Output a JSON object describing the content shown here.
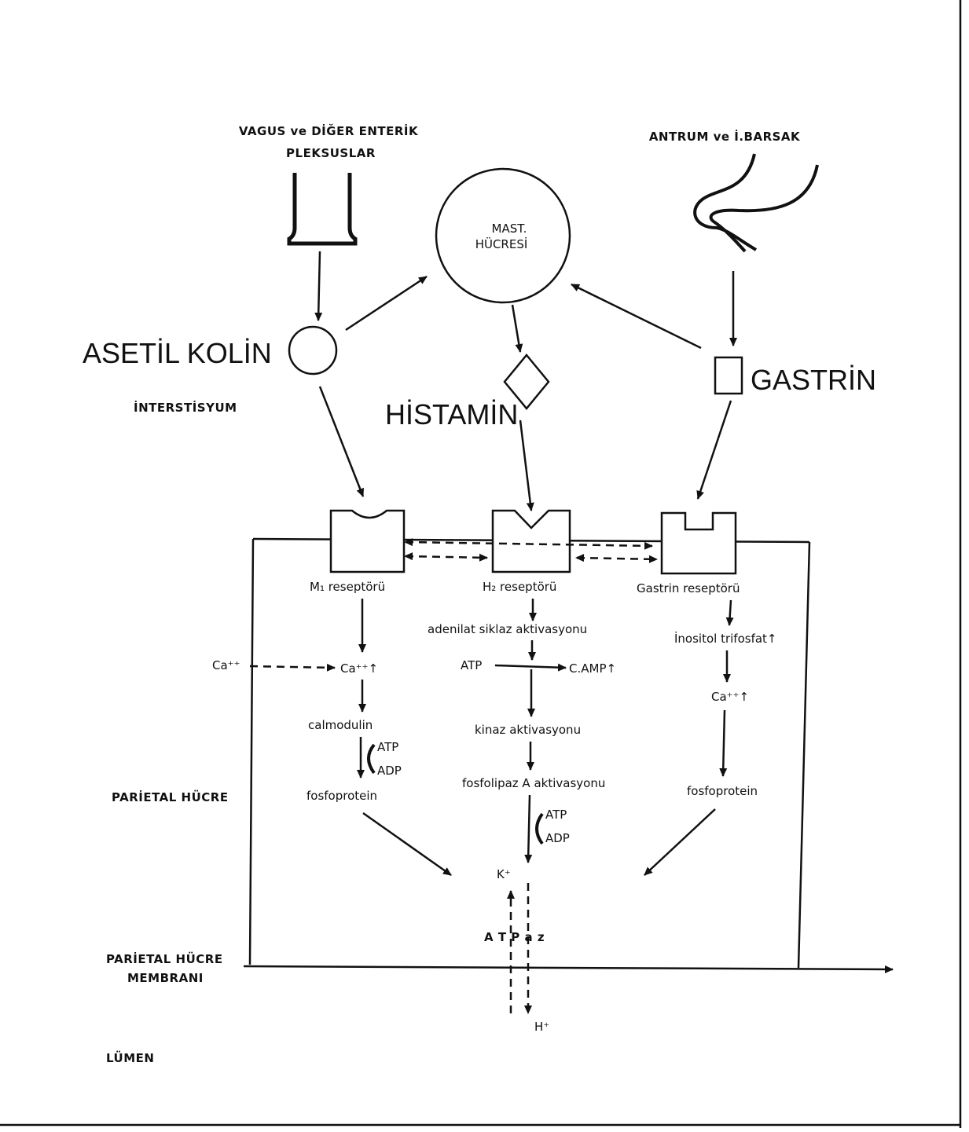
{
  "sources": {
    "vagus_line1": "VAGUS ve DİĞER ENTERİK",
    "vagus_line2": "PLEKSUSLAR",
    "antrum": "ANTRUM ve İ.BARSAK"
  },
  "mast": {
    "line1": "MAST.",
    "line2": "HÜCRESİ"
  },
  "mediators": {
    "acetylcholine": "ASETİL KOLİN",
    "histamine": "HİSTAMİN",
    "gastrin": "GASTRİN"
  },
  "regions": {
    "interstitium": "İNTERSTİSYUM",
    "parietal_cell": "PARİETAL HÜCRE",
    "membrane_line1": "PARİETAL HÜCRE",
    "membrane_line2": "MEMBRANI",
    "lumen": "LÜMEN"
  },
  "m1_path": {
    "receptor": "M₁ reseptörü",
    "ca_out": "Ca⁺⁺",
    "ca_in": "Ca⁺⁺↑",
    "calmodulin": "calmodulin",
    "atp": "ATP",
    "adp": "ADP",
    "phosphoprotein": "fosfoprotein"
  },
  "h2_path": {
    "receptor": "H₂ reseptörü",
    "adenylate": "adenilat siklaz aktivasyonu",
    "atp_left": "ATP",
    "camp": "C.AMP↑",
    "kinase": "kinaz aktivasyonu",
    "phospholipase": "fosfolipaz A aktivasyonu",
    "atp": "ATP",
    "adp": "ADP"
  },
  "gastrin_path": {
    "receptor": "Gastrin reseptörü",
    "inositol": "İnositol trifosfat↑",
    "ca": "Ca⁺⁺↑",
    "phosphoprotein": "fosfoprotein"
  },
  "pump": {
    "k": "K⁺",
    "atpase": "A T P a z",
    "h": "H⁺"
  }
}
